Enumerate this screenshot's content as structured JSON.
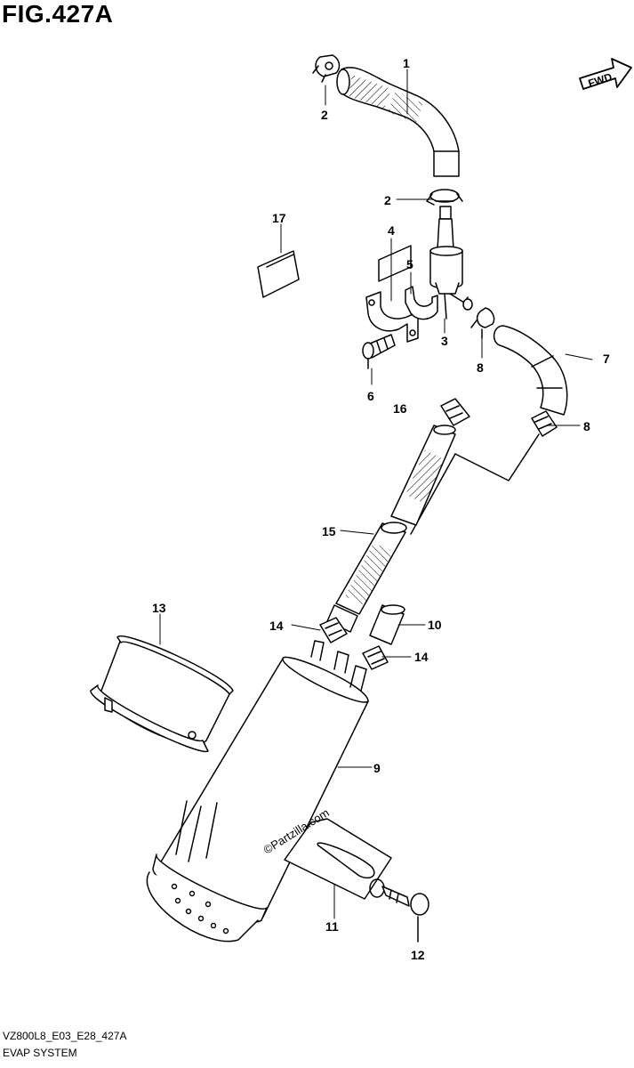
{
  "figure": {
    "title": "FIG.427A"
  },
  "fwd_label": "FWD",
  "watermark": "©Partzilla.com",
  "footer": {
    "code": "VZ800L8_E03_E28_427A",
    "name": "EVAP SYSTEM"
  },
  "callouts": [
    "1",
    "2",
    "2",
    "3",
    "4",
    "5",
    "6",
    "7",
    "8",
    "8",
    "9",
    "10",
    "11",
    "12",
    "13",
    "14",
    "14",
    "15",
    "16",
    "17"
  ]
}
